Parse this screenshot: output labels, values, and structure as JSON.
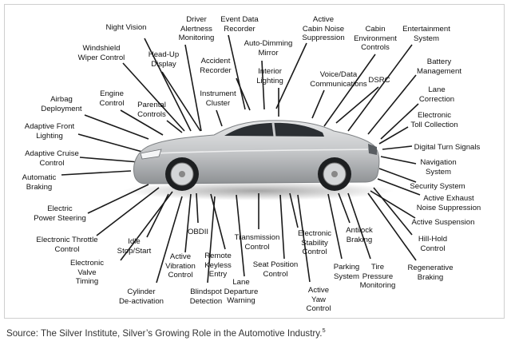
{
  "features": [
    {
      "id": "night-vision",
      "text": [
        "Night Vision"
      ]
    },
    {
      "id": "driver-alertness-monitoring",
      "text": [
        "Driver",
        "Alertness",
        "Monitoring"
      ]
    },
    {
      "id": "event-data-recorder",
      "text": [
        "Event Data",
        "Recorder"
      ]
    },
    {
      "id": "active-cabin-noise-suppression",
      "text": [
        "Active",
        "Cabin Noise",
        "Suppression"
      ]
    },
    {
      "id": "cabin-environment-controls",
      "text": [
        "Cabin",
        "Environment",
        "Controls"
      ]
    },
    {
      "id": "entertainment-system",
      "text": [
        "Entertainment",
        "System"
      ]
    },
    {
      "id": "windshield-wiper-control",
      "text": [
        "Windshield",
        "Wiper Control"
      ]
    },
    {
      "id": "head-up-display",
      "text": [
        "Head-Up",
        "Display"
      ]
    },
    {
      "id": "accident-recorder",
      "text": [
        "Accident",
        "Recorder"
      ]
    },
    {
      "id": "auto-dimming-mirror",
      "text": [
        "Auto-Dimming",
        "Mirror"
      ]
    },
    {
      "id": "battery-management",
      "text": [
        "Battery",
        "Management"
      ]
    },
    {
      "id": "interior-lighting",
      "text": [
        "Interior",
        "Lighting"
      ]
    },
    {
      "id": "voice-data-communications",
      "text": [
        "Voice/Data",
        "Communications"
      ]
    },
    {
      "id": "dsrc",
      "text": [
        "DSRC"
      ]
    },
    {
      "id": "airbag-deployment",
      "text": [
        "Airbag",
        "Deployment"
      ]
    },
    {
      "id": "engine-control",
      "text": [
        "Engine",
        "Control"
      ]
    },
    {
      "id": "parental-controls",
      "text": [
        "Parental",
        "Controls"
      ]
    },
    {
      "id": "instrument-cluster",
      "text": [
        "Instrument",
        "Cluster"
      ]
    },
    {
      "id": "lane-correction",
      "text": [
        "Lane",
        "Correction"
      ]
    },
    {
      "id": "electronic-toll-collection",
      "text": [
        "Electronic",
        "Toll Collection"
      ]
    },
    {
      "id": "adaptive-front-lighting",
      "text": [
        "Adaptive Front",
        "Lighting"
      ]
    },
    {
      "id": "digital-turn-signals",
      "text": [
        "Digital Turn Signals"
      ]
    },
    {
      "id": "adaptive-cruise-control",
      "text": [
        "Adaptive Cruise",
        "Control"
      ]
    },
    {
      "id": "navigation-system",
      "text": [
        "Navigation",
        "System"
      ]
    },
    {
      "id": "automatic-braking",
      "text": [
        "Automatic",
        "Braking"
      ]
    },
    {
      "id": "security-system",
      "text": [
        "Security System"
      ]
    },
    {
      "id": "active-exhaust-noise-suppression",
      "text": [
        "Active Exhaust",
        "Noise Suppression"
      ]
    },
    {
      "id": "electric-power-steering",
      "text": [
        "Electric",
        "Power Steering"
      ]
    },
    {
      "id": "active-suspension",
      "text": [
        "Active Suspension"
      ]
    },
    {
      "id": "electronic-throttle-control",
      "text": [
        "Electronic Throttle",
        "Control"
      ]
    },
    {
      "id": "idle-stop-start",
      "text": [
        "Idle",
        "Stop/Start"
      ]
    },
    {
      "id": "obdii",
      "text": [
        "OBDII"
      ]
    },
    {
      "id": "transmission-control",
      "text": [
        "Transmission",
        "Control"
      ]
    },
    {
      "id": "electronic-stability-control",
      "text": [
        "Electronic",
        "Stability",
        "Control"
      ]
    },
    {
      "id": "antilock-braking",
      "text": [
        "Antilock",
        "Braking"
      ]
    },
    {
      "id": "hill-hold-control",
      "text": [
        "Hill-Hold",
        "Control"
      ]
    },
    {
      "id": "electronic-valve-timing",
      "text": [
        "Electronic",
        "Valve",
        "Timing"
      ]
    },
    {
      "id": "active-vibration-control",
      "text": [
        "Active",
        "Vibration",
        "Control"
      ]
    },
    {
      "id": "remote-keyless-entry",
      "text": [
        "Remote",
        "Keyless",
        "Entry"
      ]
    },
    {
      "id": "seat-position-control",
      "text": [
        "Seat Position",
        "Control"
      ]
    },
    {
      "id": "regenerative-braking",
      "text": [
        "Regenerative",
        "Braking"
      ]
    },
    {
      "id": "parking-system",
      "text": [
        "Parking",
        "System"
      ]
    },
    {
      "id": "tire-pressure-monitoring",
      "text": [
        "Tire",
        "Pressure",
        "Monitoring"
      ]
    },
    {
      "id": "cylinder-deactivation",
      "text": [
        "Cylinder",
        "De-activation"
      ]
    },
    {
      "id": "blindspot-detection",
      "text": [
        "Blindspot",
        "Detection"
      ]
    },
    {
      "id": "lane-departure-warning",
      "text": [
        "Lane",
        "Departure",
        "Warning"
      ]
    },
    {
      "id": "active-yaw-control",
      "text": [
        "Active",
        "Yaw",
        "Control"
      ]
    }
  ],
  "caption": {
    "text": "Source: The Silver Institute, Silver’s Growing Role in the Automotive Industry.",
    "footnote": "5"
  },
  "colors": {
    "line": "#1a1a1a",
    "car_body": "#c9cbcd",
    "car_dark": "#2b2f33"
  }
}
